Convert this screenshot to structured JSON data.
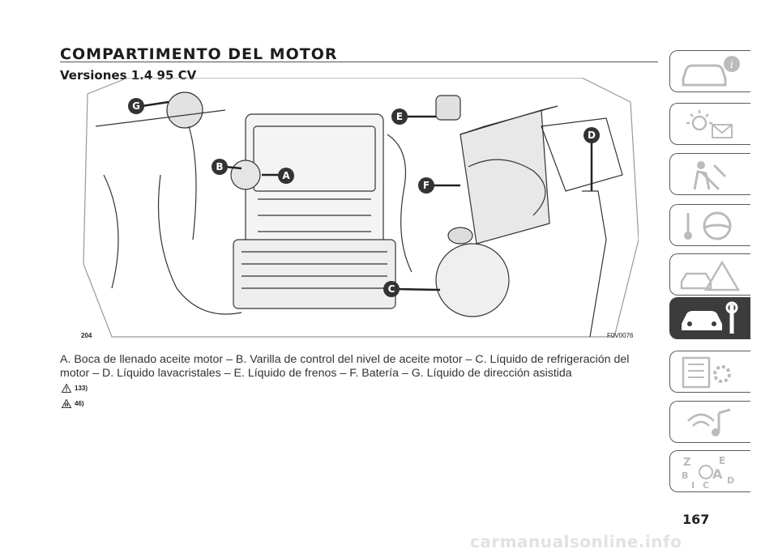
{
  "header": {
    "title": "COMPARTIMENTO DEL MOTOR",
    "subtitle": "Versiones 1.4 95 CV"
  },
  "figure": {
    "number": "204",
    "code": "F0V0076",
    "callouts": [
      "G",
      "E",
      "D",
      "B",
      "A",
      "F",
      "C"
    ]
  },
  "caption": "A. Boca de llenado aceite motor – B. Varilla de control del nivel de aceite motor – C. Líquido de refrigeración del motor – D. Líquido lavacristales – E. Líquido de frenos – F. Batería – G. Líquido de dirección asistida",
  "warnings": [
    {
      "icon": "warning-triangle-icon",
      "ref": "133)"
    },
    {
      "icon": "caution-hand-icon",
      "ref": "46)"
    }
  ],
  "page_number": "167",
  "side_tabs": [
    {
      "icon": "car-info-icon",
      "active": false
    },
    {
      "icon": "dashboard-lights-icon",
      "active": false
    },
    {
      "icon": "safety-airbag-icon",
      "active": false
    },
    {
      "icon": "steering-wheel-key-icon",
      "active": false
    },
    {
      "icon": "emergency-breakdown-icon",
      "active": false
    },
    {
      "icon": "maintenance-car-wrench-icon",
      "active": true
    },
    {
      "icon": "technical-data-icon",
      "active": false
    },
    {
      "icon": "multimedia-icon",
      "active": false
    },
    {
      "icon": "index-alphabet-icon",
      "active": false
    }
  ],
  "watermark": "carmanualsonline.info",
  "colors": {
    "callout": "#333333",
    "active_tab": "#3c3c3c",
    "tab_border": "#5a5a5a"
  }
}
